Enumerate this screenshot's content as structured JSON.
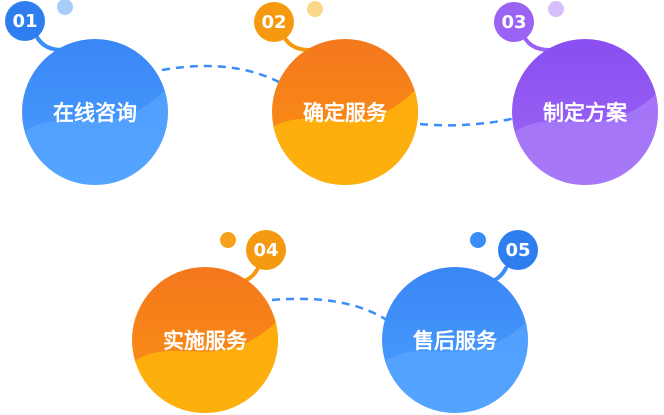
{
  "steps": [
    {
      "number": "01",
      "label": "在线咨询",
      "theme": "blue"
    },
    {
      "number": "02",
      "label": "确定服务",
      "theme": "orange"
    },
    {
      "number": "03",
      "label": "制定方案",
      "theme": "purple"
    },
    {
      "number": "04",
      "label": "实施服务",
      "theme": "orange"
    },
    {
      "number": "05",
      "label": "售后服务",
      "theme": "blue"
    }
  ],
  "colors": {
    "blue": {
      "main": "#3b8df7",
      "light": "#5aa8ff",
      "dot": "#a9cdfb",
      "badge": "#2f7ef0"
    },
    "orange": {
      "main": "#f57f1b",
      "light": "#fdb20c",
      "dot": "#fbd78a",
      "badge": "#f59a10"
    },
    "purple": {
      "main": "#8d53f2",
      "light": "#a97cf7",
      "dot": "#d6bffb",
      "badge": "#9b63f4"
    },
    "connector": "#3b8df7"
  }
}
